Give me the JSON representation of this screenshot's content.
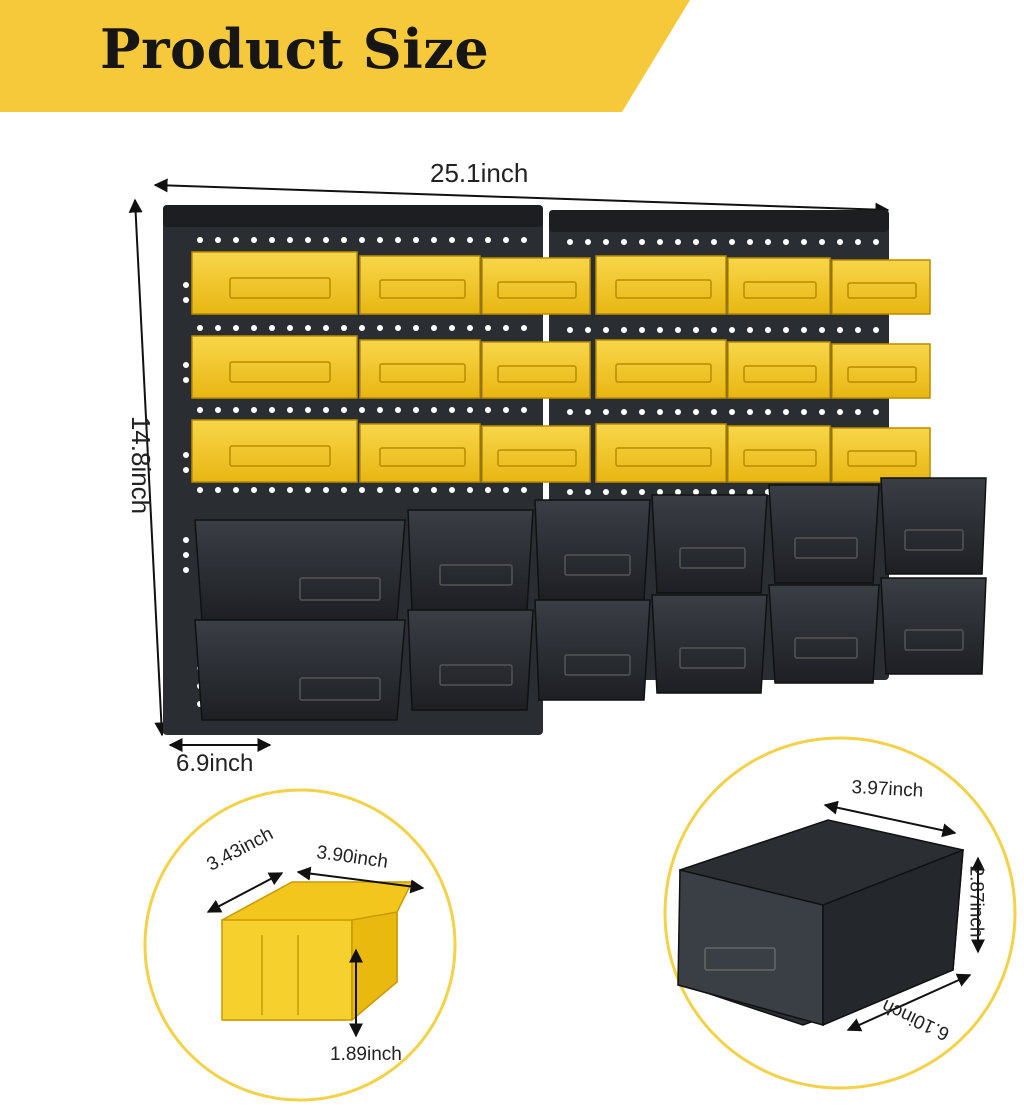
{
  "banner": {
    "title": "Product Size",
    "color": "#f6c93a"
  },
  "rack": {
    "width": "25.1inch",
    "height": "14.8inch",
    "depth": "6.9inch",
    "yellow_bin_color": "#f2c521",
    "black_bin_color": "#2b2e33"
  },
  "small_bin": {
    "depth": "3.43inch",
    "width": "3.90inch",
    "height": "1.89inch"
  },
  "large_bin": {
    "width": "3.97inch",
    "height": "2.87inch",
    "depth": "6.10inch"
  },
  "circle_border_color": "#f3d24a"
}
